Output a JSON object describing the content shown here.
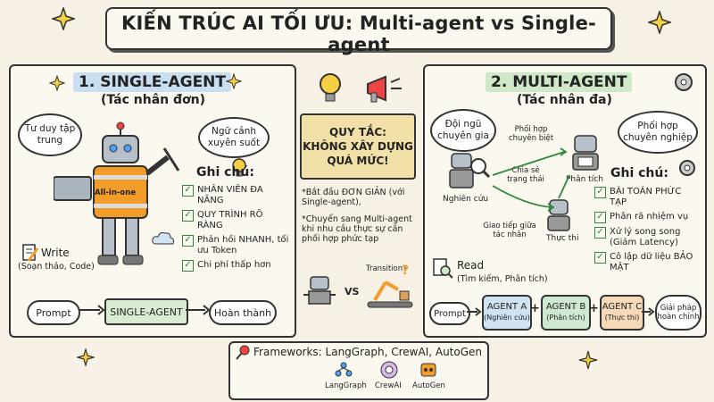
{
  "title": "KIẾN TRÚC AI TỐI ƯU: Multi-agent vs Single-agent",
  "single": {
    "heading": "1. SINGLE-AGENT",
    "subheading": "(Tác nhân đơn)",
    "cloud_left": "Tư duy tập trung",
    "cloud_right": "Ngữ cảnh xuyên suốt",
    "vest_label": "All-in-one",
    "notes_title": "Ghi chú:",
    "notes": [
      "NHÂN VIÊN ĐA NĂNG",
      "QUY TRÌNH RÕ RÀNG",
      "Phản hồi NHANH, tối ưu Token",
      "Chi phí thấp hơn"
    ],
    "write_title": "Write",
    "write_sub": "(Soạn thảo, Code)",
    "flow": [
      "Prompt",
      "SINGLE-AGENT",
      "Hoàn thành"
    ]
  },
  "middle": {
    "rule_lines": [
      "QUY TẮC:",
      "KHÔNG XÂY DỰNG",
      "QUÁ MỨC!"
    ],
    "tip1": "*Bắt đầu ĐƠN GIẢN (với Single-agent),",
    "tip2": "*Chuyển sang Multi-agent khi nhu cầu thực sự cần phối hợp phức tạp",
    "transition": "Transition?",
    "vs": "VS"
  },
  "multi": {
    "heading": "2. MULTI-AGENT",
    "subheading": "(Tác nhân đa)",
    "cloud_left": "Đội ngũ chuyên gia",
    "cloud_right": "Phối hợp chuyên nghiệp",
    "label_coord": "Phối hợp chuyên biệt",
    "label_share": "Chia sẻ trạng thái",
    "label_comm": "Giao tiếp giữa tác nhân",
    "robot_research": "Nghiên cứu",
    "robot_analysis": "Phân tích",
    "robot_exec": "Thực thi",
    "notes_title": "Ghi chú:",
    "notes": [
      "BÀI TOÁN PHỨC TẠP",
      "Phân rã nhiệm vụ",
      "Xử lý song song (Giảm Latency)",
      "Cô lập dữ liệu BẢO MẬT"
    ],
    "read_title": "Read",
    "read_sub": "(Tìm kiếm, Phân tích)",
    "flow_prompt": "Prompt",
    "agents": [
      {
        "name": "AGENT A",
        "role": "(Nghiên cứu)",
        "color": "#cfe3f3"
      },
      {
        "name": "AGENT B",
        "role": "(Phân tích)",
        "color": "#cfe8d2"
      },
      {
        "name": "AGENT C",
        "role": "(Thực thi)",
        "color": "#f5d9b8"
      }
    ],
    "flow_end": "Giải pháp hoàn chỉnh"
  },
  "frameworks": {
    "title": "Frameworks: LangGraph, CrewAI, AutoGen",
    "items": [
      "LangGraph",
      "CrewAI",
      "AutoGen"
    ]
  },
  "colors": {
    "single_header": "#c9def0",
    "multi_header": "#cfe8c8",
    "check": "#2e8a3a",
    "vest": "#f39c2a"
  }
}
